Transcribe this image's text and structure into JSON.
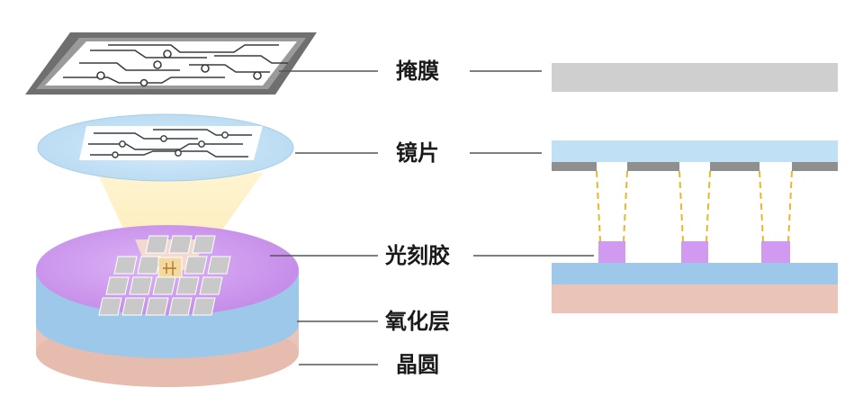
{
  "labels": {
    "mask": "掩膜",
    "lens": "镜片",
    "photoresist": "光刻胶",
    "oxide_layer": "氧化层",
    "wafer": "晶圆"
  },
  "colors": {
    "mask_gray": "#cfcfcf",
    "lens_blue": "#bfe0f5",
    "chrome_gray": "#8f8f8f",
    "light_beam": "#fff2c2",
    "light_ray": "#e8b82a",
    "photoresist_purple": "#cf9aef",
    "oxide_blue": "#9ec8ea",
    "wafer_pink": "#eac4b8",
    "leader_line": "#555555",
    "text": "#1a1a1a"
  }
}
